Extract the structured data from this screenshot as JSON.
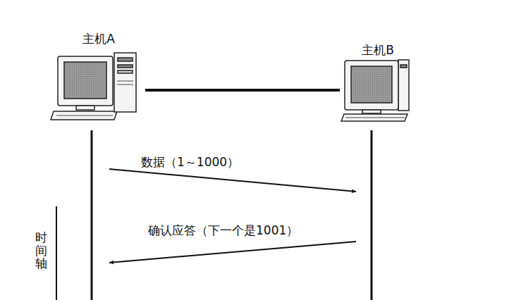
{
  "diagram": {
    "nodes": [
      {
        "text": [
          "主机A"
        ]
      },
      {
        "text": [
          "主机B"
        ]
      }
    ],
    "edges": [
      {
        "from": 0,
        "to": 1,
        "arrow": "none"
      },
      {
        "from": 0,
        "to": 1,
        "arrow": "to",
        "label": "数据（1～1000）"
      },
      {
        "from": 1,
        "to": 0,
        "arrow": "to",
        "label": "确认应答（下一个是1001）"
      }
    ],
    "labels": [
      "时间轴"
    ]
  }
}
